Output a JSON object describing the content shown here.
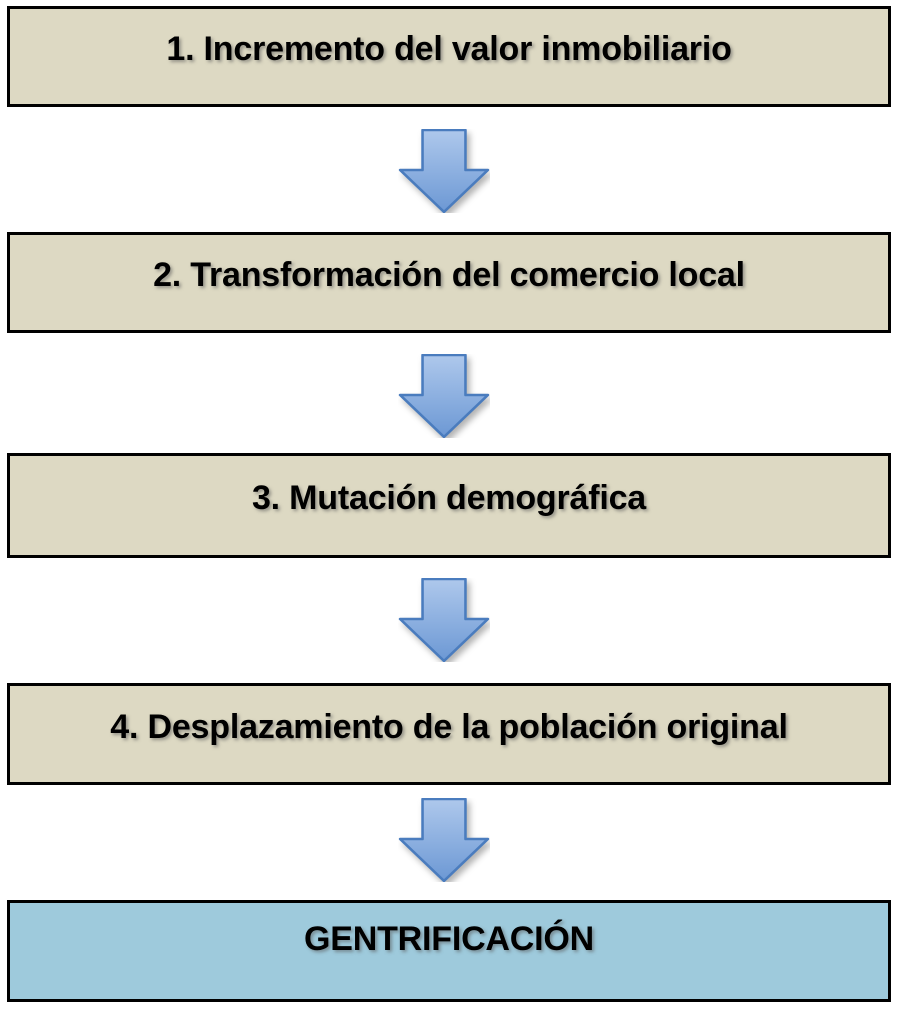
{
  "diagram": {
    "stages": [
      {
        "label": "1. Incremento del valor inmobiliario"
      },
      {
        "label": "2. Transformación del comercio local"
      },
      {
        "label": "3. Mutación demográfica"
      },
      {
        "label": "4. Desplazamiento de la población original"
      }
    ],
    "result": {
      "label": "GENTRIFICACIÓN"
    },
    "colors": {
      "stage_fill": "#DDD9C3",
      "result_fill": "#9ECADC",
      "border_color": "#000000",
      "arrow_fill_light": "#AEC8EC",
      "arrow_fill_dark": "#6C98D4",
      "arrow_stroke": "#4A7CBE",
      "text_color": "#000000"
    }
  }
}
